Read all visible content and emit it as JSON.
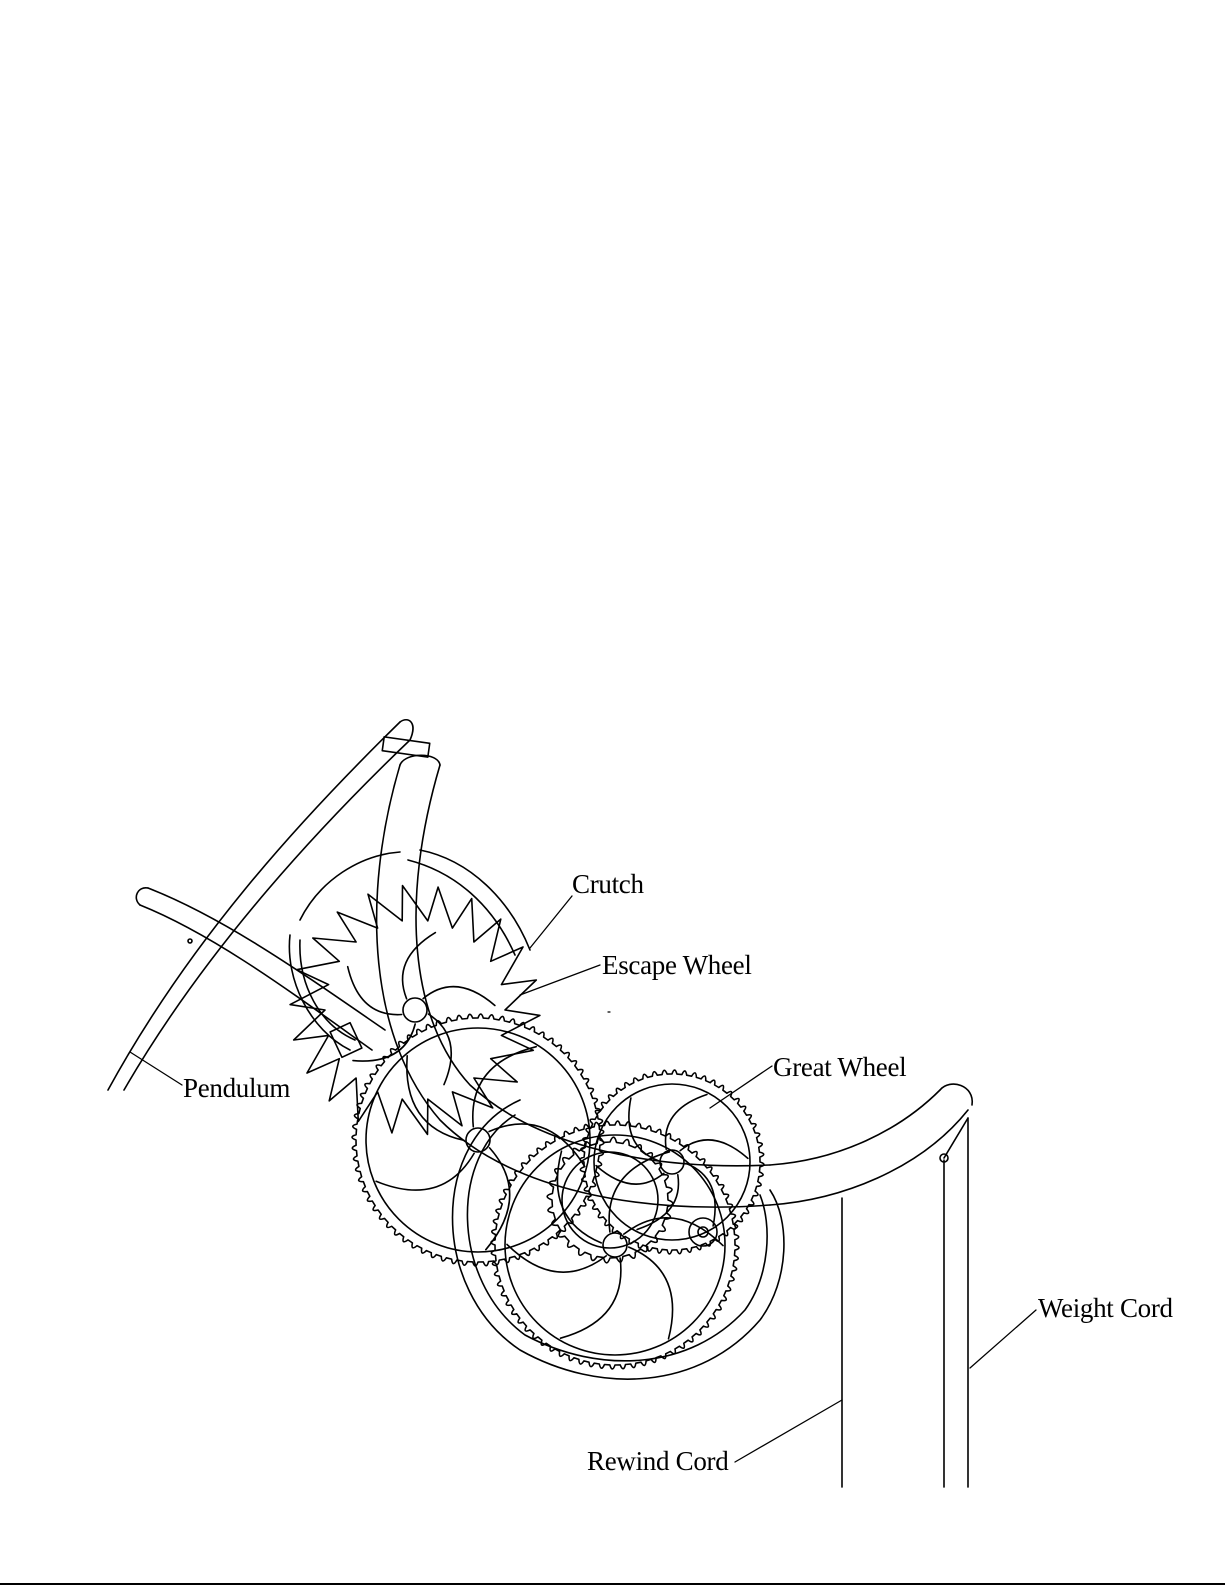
{
  "labels": {
    "crutch": "Crutch",
    "escape_wheel": "Escape Wheel",
    "great_wheel": "Great Wheel",
    "pendulum": "Pendulum",
    "weight_cord": "Weight Cord",
    "rewind_cord": "Rewind Cord"
  },
  "line_color": "#000000",
  "background": "#ffffff"
}
